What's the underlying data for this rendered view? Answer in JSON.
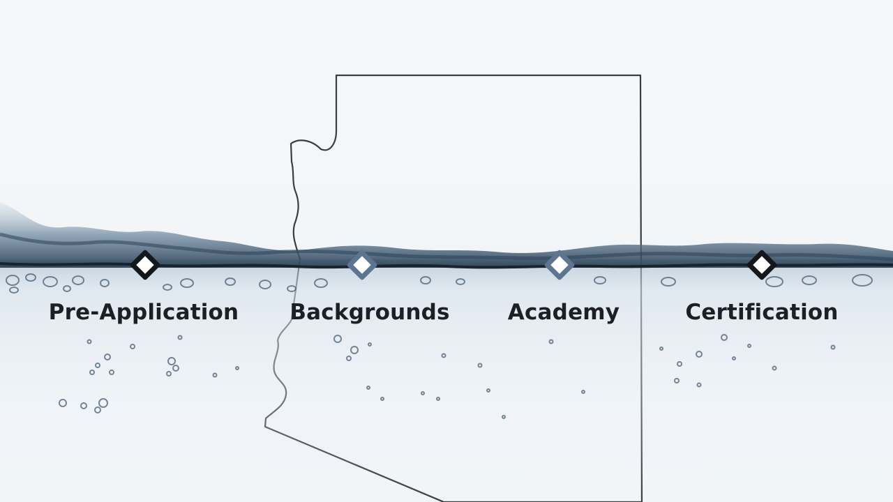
{
  "timeline": {
    "steps": [
      {
        "label": "Pre-Application",
        "marker_color": "#14171b"
      },
      {
        "label": "Backgrounds",
        "marker_color": "#5d7590"
      },
      {
        "label": "Academy",
        "marker_color": "#5d7590"
      },
      {
        "label": "Certification",
        "marker_color": "#14171b"
      }
    ]
  },
  "colors": {
    "outline": "#3a3d42",
    "water_line": "#1a2430",
    "water_dark": "#20354a",
    "water_mid": "#5f7c95",
    "bubbles": "#4a6075"
  },
  "icons": [
    "diamond-marker-icon",
    "arizona-outline-icon",
    "water-wave-icon",
    "bubbles-icon"
  ]
}
